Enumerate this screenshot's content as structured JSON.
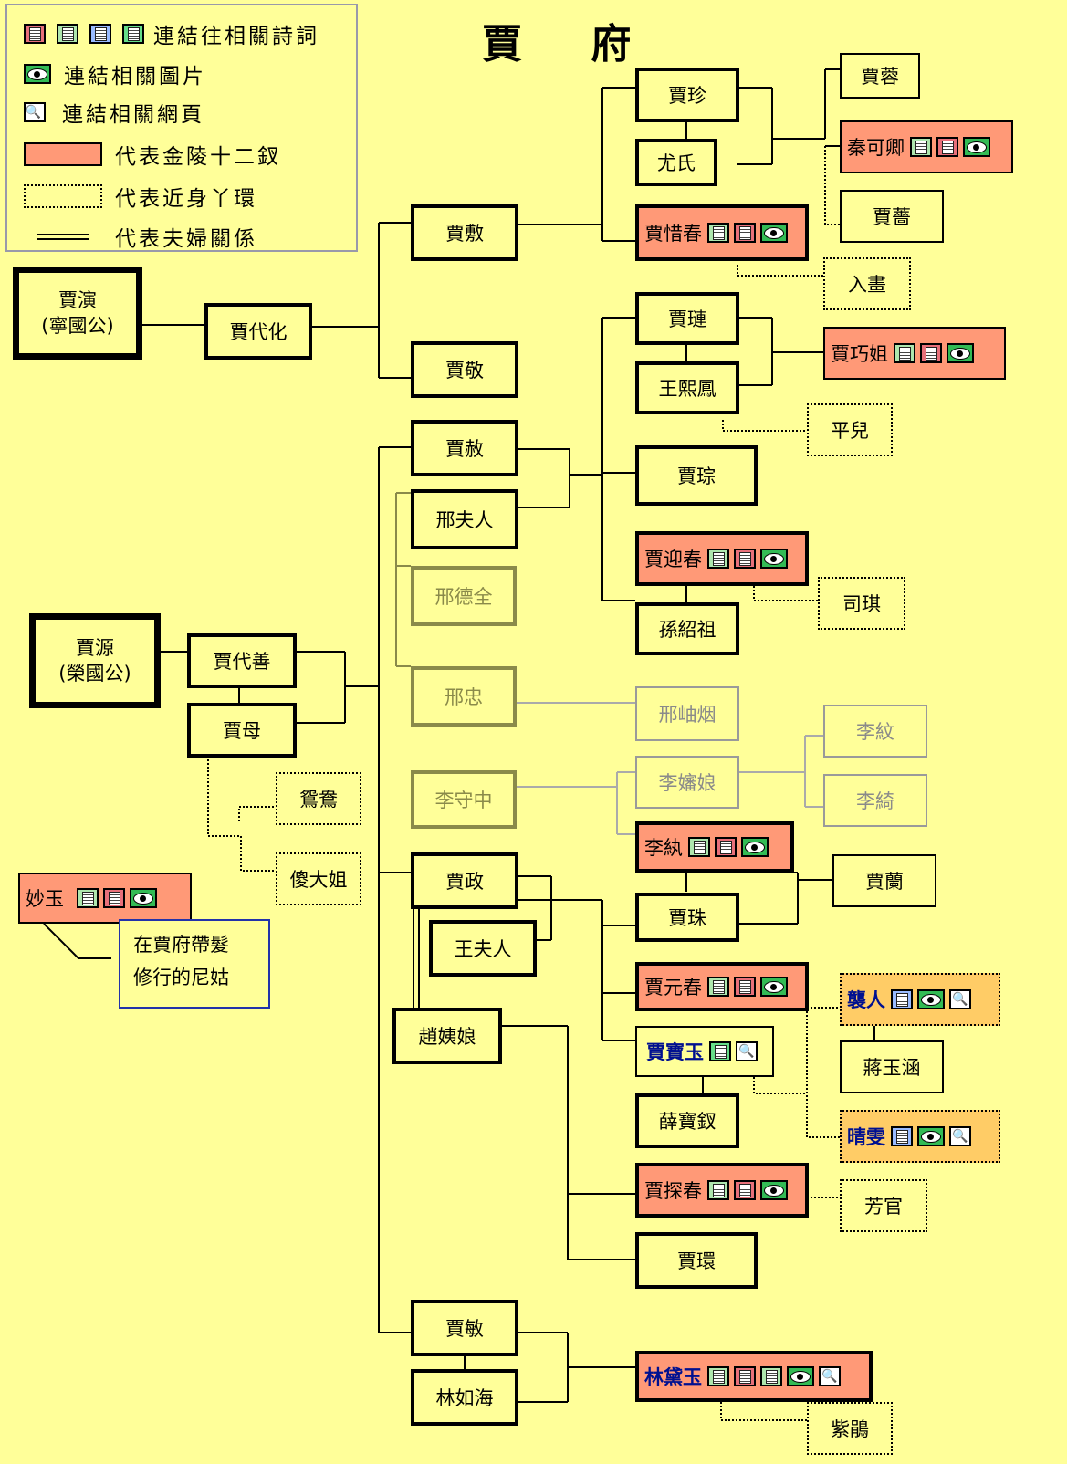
{
  "title": "賈 府",
  "legend": {
    "poems": "連結往相關詩詞",
    "pictures": "連結相關圖片",
    "webpages": "連結相關網頁",
    "twelve_beauties": "代表金陵十二釵",
    "maids": "代表近身丫環",
    "married": "代表夫婦關係"
  },
  "people": {
    "jia_yan": "賈演",
    "ningguogong": "(寧國公)",
    "jia_daihua": "賈代化",
    "jia_fu": "賈敷",
    "jia_jing": "賈敬",
    "jia_zhen": "賈珍",
    "you_shi": "尤氏",
    "jia_rong": "賈蓉",
    "qin_keqing": "秦可卿",
    "jia_qiang": "賈薔",
    "jia_xichun": "賈惜春",
    "ruhua": "入畫",
    "jia_lian": "賈璉",
    "wang_xifeng": "王熙鳳",
    "jia_qiaojie": "賈巧姐",
    "ping_er": "平兒",
    "jia_she": "賈赦",
    "xing_furen": "邢夫人",
    "jia_cong": "賈琮",
    "jia_yingchun": "賈迎春",
    "siqi": "司琪",
    "sun_shaozu": "孫紹祖",
    "xing_dequan": "邢德全",
    "xing_zhong": "邢忠",
    "xing_xiuyan": "邢岫烟",
    "li_wen": "李紋",
    "li_qi": "李綺",
    "li_shenniang": "李嬸娘",
    "li_shouzhong": "李守中",
    "jia_yuan": "賈源",
    "rongguogong": "(榮國公)",
    "jia_daishan": "賈代善",
    "jia_mu": "賈母",
    "yuanyang": "鴛鴦",
    "sha_dajie": "傻大姐",
    "li_wan": "李紈",
    "jia_lan": "賈蘭",
    "jia_zheng": "賈政",
    "jia_zhu": "賈珠",
    "wang_furen": "王夫人",
    "miaoyu": "妙玉",
    "jia_yuanchun": "賈元春",
    "xiren": "襲人",
    "jiang_yuhan": "蔣玉涵",
    "zhao_yiniang": "趙姨娘",
    "jia_baoyu": "賈寶玉",
    "qingwen": "晴雯",
    "xue_baochai": "薛寶釵",
    "jia_tanchun": "賈探春",
    "fangguan": "芳官",
    "jia_huan": "賈環",
    "jia_min": "賈敏",
    "lin_ruhai": "林如海",
    "lin_daiyu": "林黛玉",
    "zijuan": "紫鵑"
  },
  "note": {
    "line1": "在賈府帶髮",
    "line2": "修行的尼姑"
  },
  "colors": {
    "background": "#ffff99",
    "twelve_beauties": "#ff9977",
    "maid_highlight": "#ffcc66",
    "faded": "#8a8a4a"
  }
}
